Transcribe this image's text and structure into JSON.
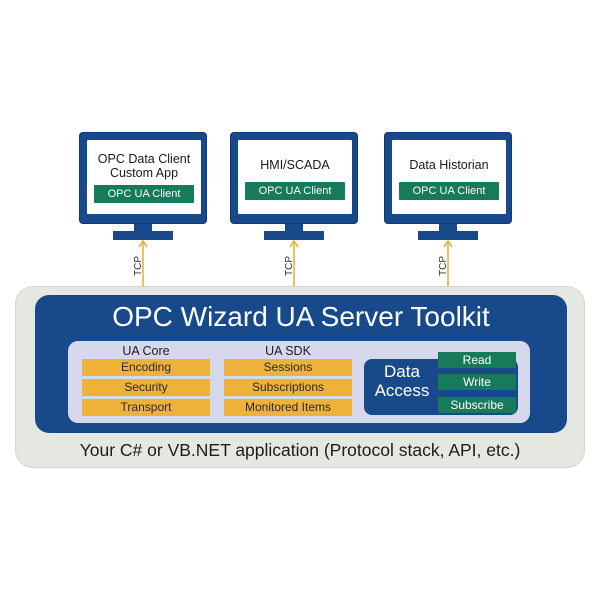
{
  "clients": [
    {
      "title": "OPC Data Client\nCustom App",
      "badge": "OPC UA Client"
    },
    {
      "title": "HMI/SCADA",
      "badge": "OPC UA Client"
    },
    {
      "title": "Data Historian",
      "badge": "OPC UA Client"
    }
  ],
  "connector_label": "TCP",
  "toolkit": {
    "title": "OPC Wizard UA Server Toolkit",
    "ua_core": {
      "heading": "UA Core",
      "items": [
        "Encoding",
        "Security",
        "Transport"
      ]
    },
    "ua_sdk": {
      "heading": "UA SDK",
      "items": [
        "Sessions",
        "Subscriptions",
        "Monitored Items"
      ]
    },
    "data_access": {
      "label": "Data\nAccess",
      "items": [
        "Read",
        "Write",
        "Subscribe"
      ]
    }
  },
  "application_label": "Your C# or VB.NET application (Protocol stack, API, etc.)",
  "colors": {
    "navy": "#17498b",
    "green": "#177a5a",
    "orange": "#eeb23a",
    "lavender": "#d6d9ec",
    "panel_grey": "#e5e8e0",
    "connector": "#e8b23a"
  }
}
